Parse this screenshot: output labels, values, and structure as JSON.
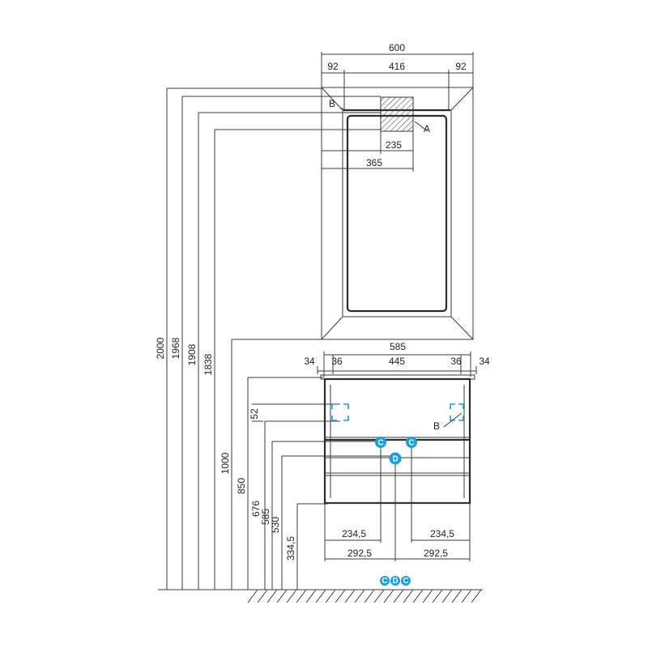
{
  "top_dims": {
    "overall": "600",
    "left": "92",
    "middle": "416",
    "right": "92"
  },
  "mirror_dims": {
    "d235": "235",
    "d365": "365",
    "label_a": "A",
    "label_b": "B"
  },
  "cabinet_dims": {
    "overall": "585",
    "l1": "34",
    "l2": "36",
    "middle": "445",
    "r2": "36",
    "r1": "34",
    "d52": "52"
  },
  "heights": [
    "2000",
    "1968",
    "1908",
    "1838",
    "1000",
    "850",
    "676",
    "585",
    "530",
    "334,5"
  ],
  "bottom_dims": {
    "a1": "234,5",
    "a2": "234,5",
    "b1": "292,5",
    "b2": "292,5"
  },
  "markers": {
    "c": "C",
    "d": "D"
  },
  "colors": {
    "accent": "#1c9fd6"
  }
}
